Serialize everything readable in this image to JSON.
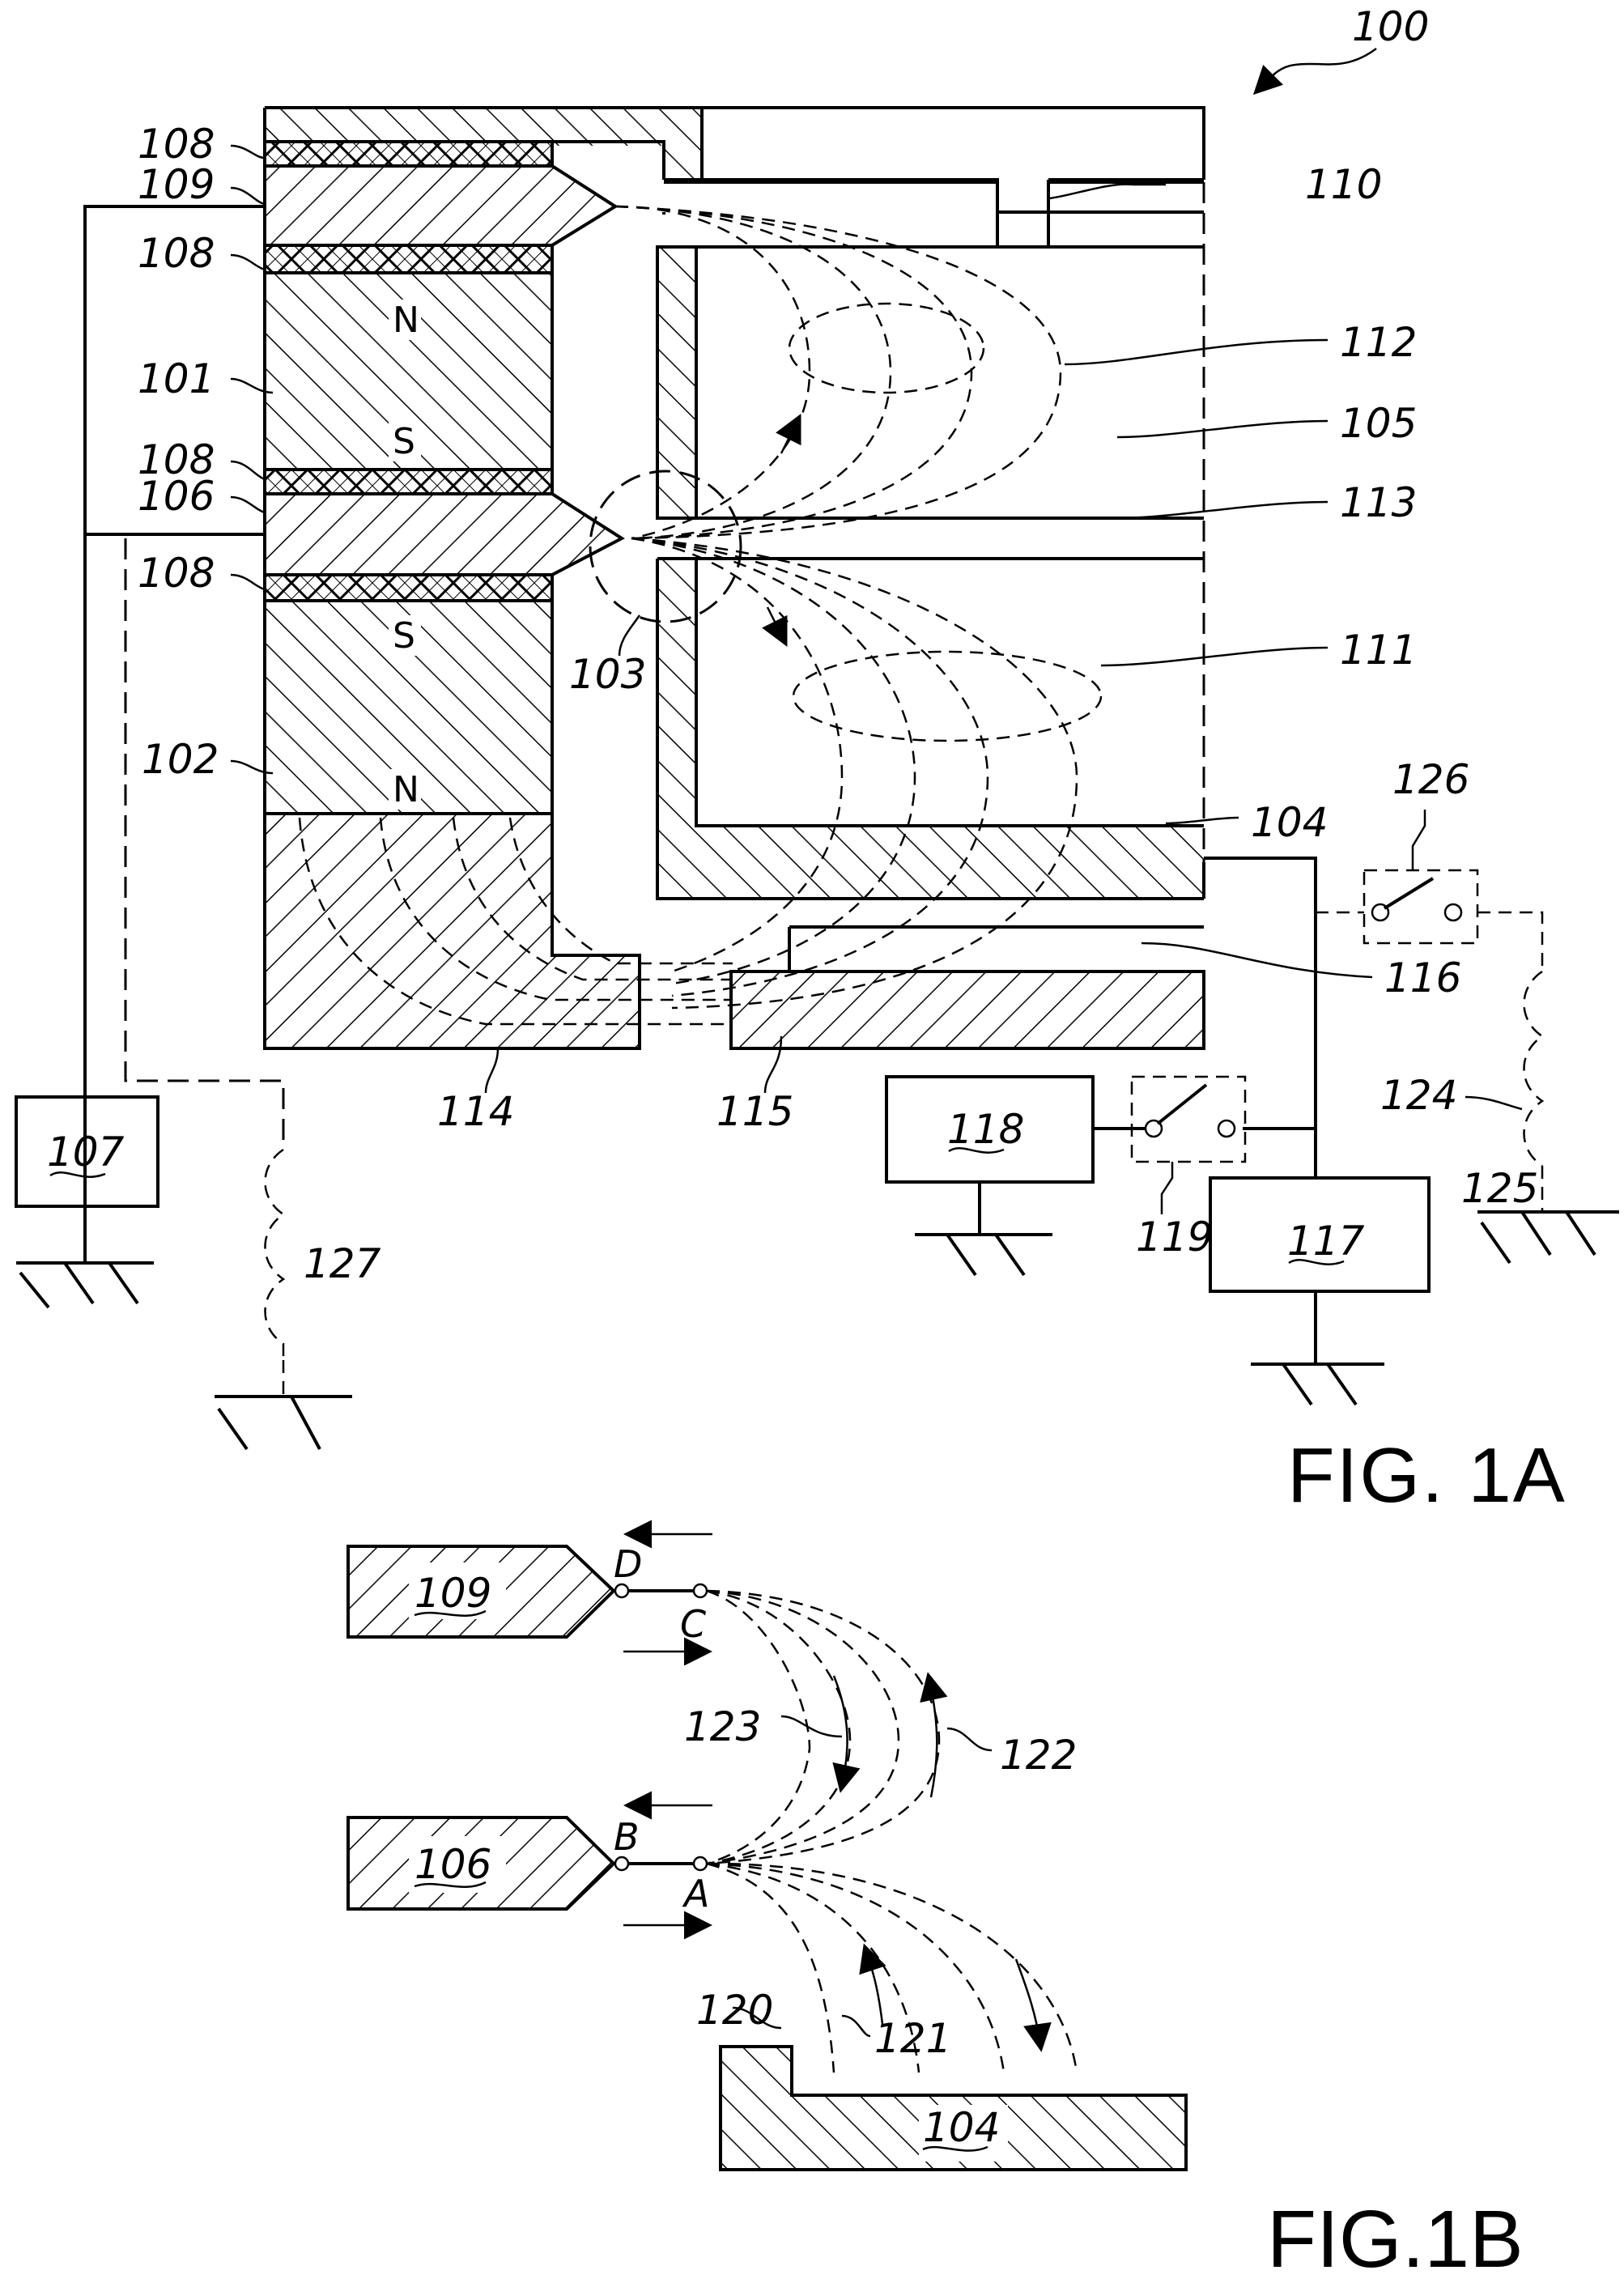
{
  "figure_1a": {
    "caption": "FIG. 1A",
    "assembly_ref": "100",
    "magnet_poles": {
      "upper_magnet_top": "N",
      "upper_magnet_bottom": "S",
      "lower_magnet_top": "S",
      "lower_magnet_bottom": "N"
    },
    "left_labels": [
      "108",
      "109",
      "108",
      "101",
      "108",
      "106",
      "108",
      "102"
    ],
    "right_labels": [
      "110",
      "112",
      "105",
      "113",
      "111",
      "104",
      "126",
      "116",
      "124",
      "125"
    ],
    "bottom_labels": [
      "114",
      "115",
      "103",
      "127",
      "119"
    ],
    "boxes": {
      "power_supply_left": "107",
      "power_supply_mid": "118",
      "power_supply_right": "117"
    }
  },
  "figure_1b": {
    "caption": "FIG.1B",
    "electrode_upper": "109",
    "electrode_lower": "106",
    "electrode_target": "104",
    "points": {
      "a": "A",
      "b": "B",
      "c": "C",
      "d": "D"
    },
    "field_labels": {
      "l120": "120",
      "l121": "121",
      "l122": "122",
      "l123": "123"
    }
  }
}
